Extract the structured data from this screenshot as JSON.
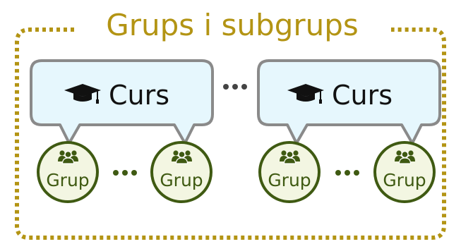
{
  "title": "Grups i subgrups",
  "courses": [
    {
      "label": "Curs",
      "icon": "graduation-cap-icon"
    },
    {
      "label": "Curs",
      "icon": "graduation-cap-icon"
    }
  ],
  "groups": [
    {
      "label": "Grup",
      "icon": "people-icon"
    },
    {
      "label": "Grup",
      "icon": "people-icon"
    },
    {
      "label": "Grup",
      "icon": "people-icon"
    },
    {
      "label": "Grup",
      "icon": "people-icon"
    }
  ],
  "colors": {
    "frame": "#b39414",
    "title": "#b39414",
    "box_fill": "#e6f7fd",
    "box_stroke": "#8a8a8a",
    "group_fill": "#f3f6e2",
    "group_stroke": "#3f5a12",
    "group_text": "#3f5a12"
  }
}
